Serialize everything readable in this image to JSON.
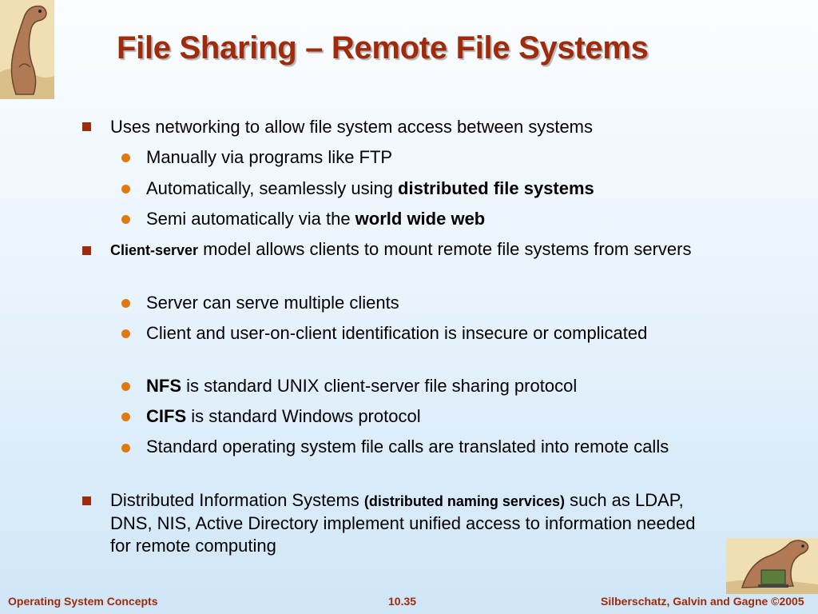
{
  "title": "File Sharing – Remote File Systems",
  "bullets": {
    "b1": {
      "text": "Uses networking to allow file system access between systems"
    },
    "b1_1": {
      "text": "Manually via programs like FTP"
    },
    "b1_2": {
      "pre": "Automatically, seamlessly using ",
      "bold": "distributed file systems"
    },
    "b1_3": {
      "pre": "Semi automatically via the ",
      "bold": "world wide web"
    },
    "b2": {
      "bold": "Client-server",
      "post": " model allows clients to mount remote file systems from servers"
    },
    "b2_1": {
      "text": "Server can serve multiple clients"
    },
    "b2_2": {
      "text": "Client and user-on-client identification is insecure or complicated"
    },
    "b2_3": {
      "bold": "NFS",
      "post": " is standard UNIX client-server file sharing protocol"
    },
    "b2_4": {
      "bold": "CIFS",
      "post": " is standard Windows protocol"
    },
    "b2_5": {
      "text": "Standard operating system file calls are translated into remote calls"
    },
    "b3": {
      "pre": "Distributed Information Systems ",
      "bold": "(distributed naming services)",
      "post": " such as LDAP, DNS, NIS, Active Directory implement unified access to information needed for remote computing"
    }
  },
  "footer": {
    "left": "Operating System Concepts",
    "center": "10.35",
    "right": "Silberschatz, Galvin and Gagne ©2005"
  },
  "colors": {
    "title": "#a02a0a",
    "bullet_square": "#a02a0a",
    "bullet_dot": "#e07a10"
  },
  "icons": {
    "top_logo": "dinosaur-icon",
    "bottom_logo": "dinosaur-laptop-icon"
  }
}
